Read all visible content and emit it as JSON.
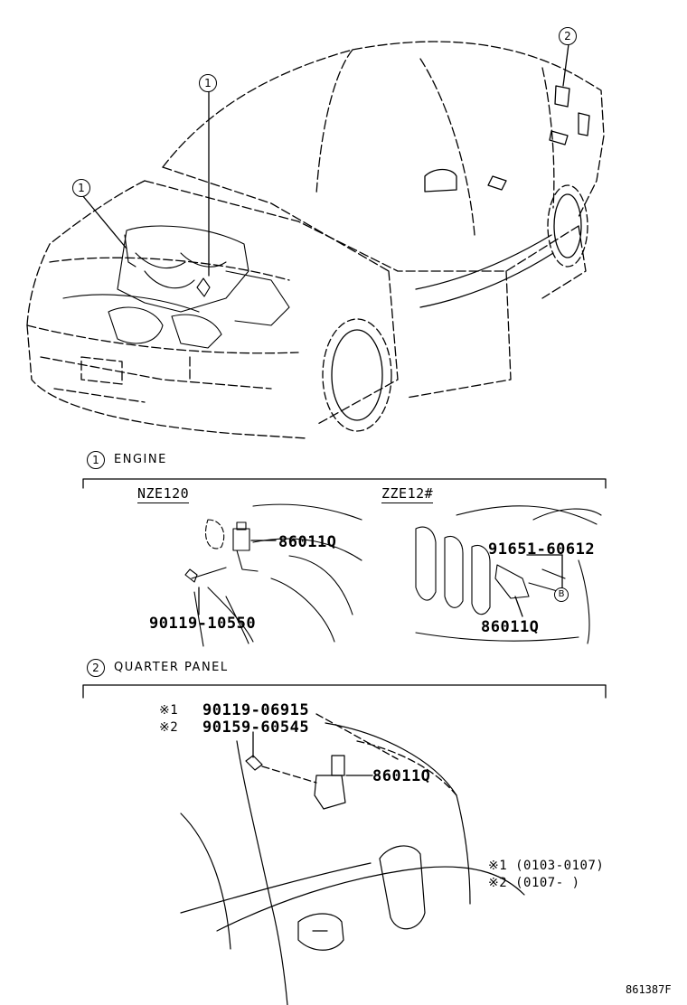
{
  "callouts": {
    "one": "1",
    "two": "2",
    "b": "B"
  },
  "sections": {
    "engine": {
      "number": "1",
      "title": "ENGINE"
    },
    "quarter_panel": {
      "number": "2",
      "title": "QUARTER PANEL"
    }
  },
  "engine": {
    "variant_left": "NZE120",
    "variant_right": "ZZE12#",
    "sensor_left": "86011Q",
    "bolt_left": "90119-10550",
    "bolt_right": "91651-60612",
    "sensor_right": "86011Q"
  },
  "quarter": {
    "part1_mark": "※1",
    "part1_no": "90119-06915",
    "part2_mark": "※2",
    "part2_no": "90159-60545",
    "sensor": "86011Q",
    "note1": "※1 (0103-0107)",
    "note2": "※2 (0107-      )"
  },
  "catalog_number": "861387F",
  "colors": {
    "ink": "#000000",
    "paper": "#ffffff"
  }
}
